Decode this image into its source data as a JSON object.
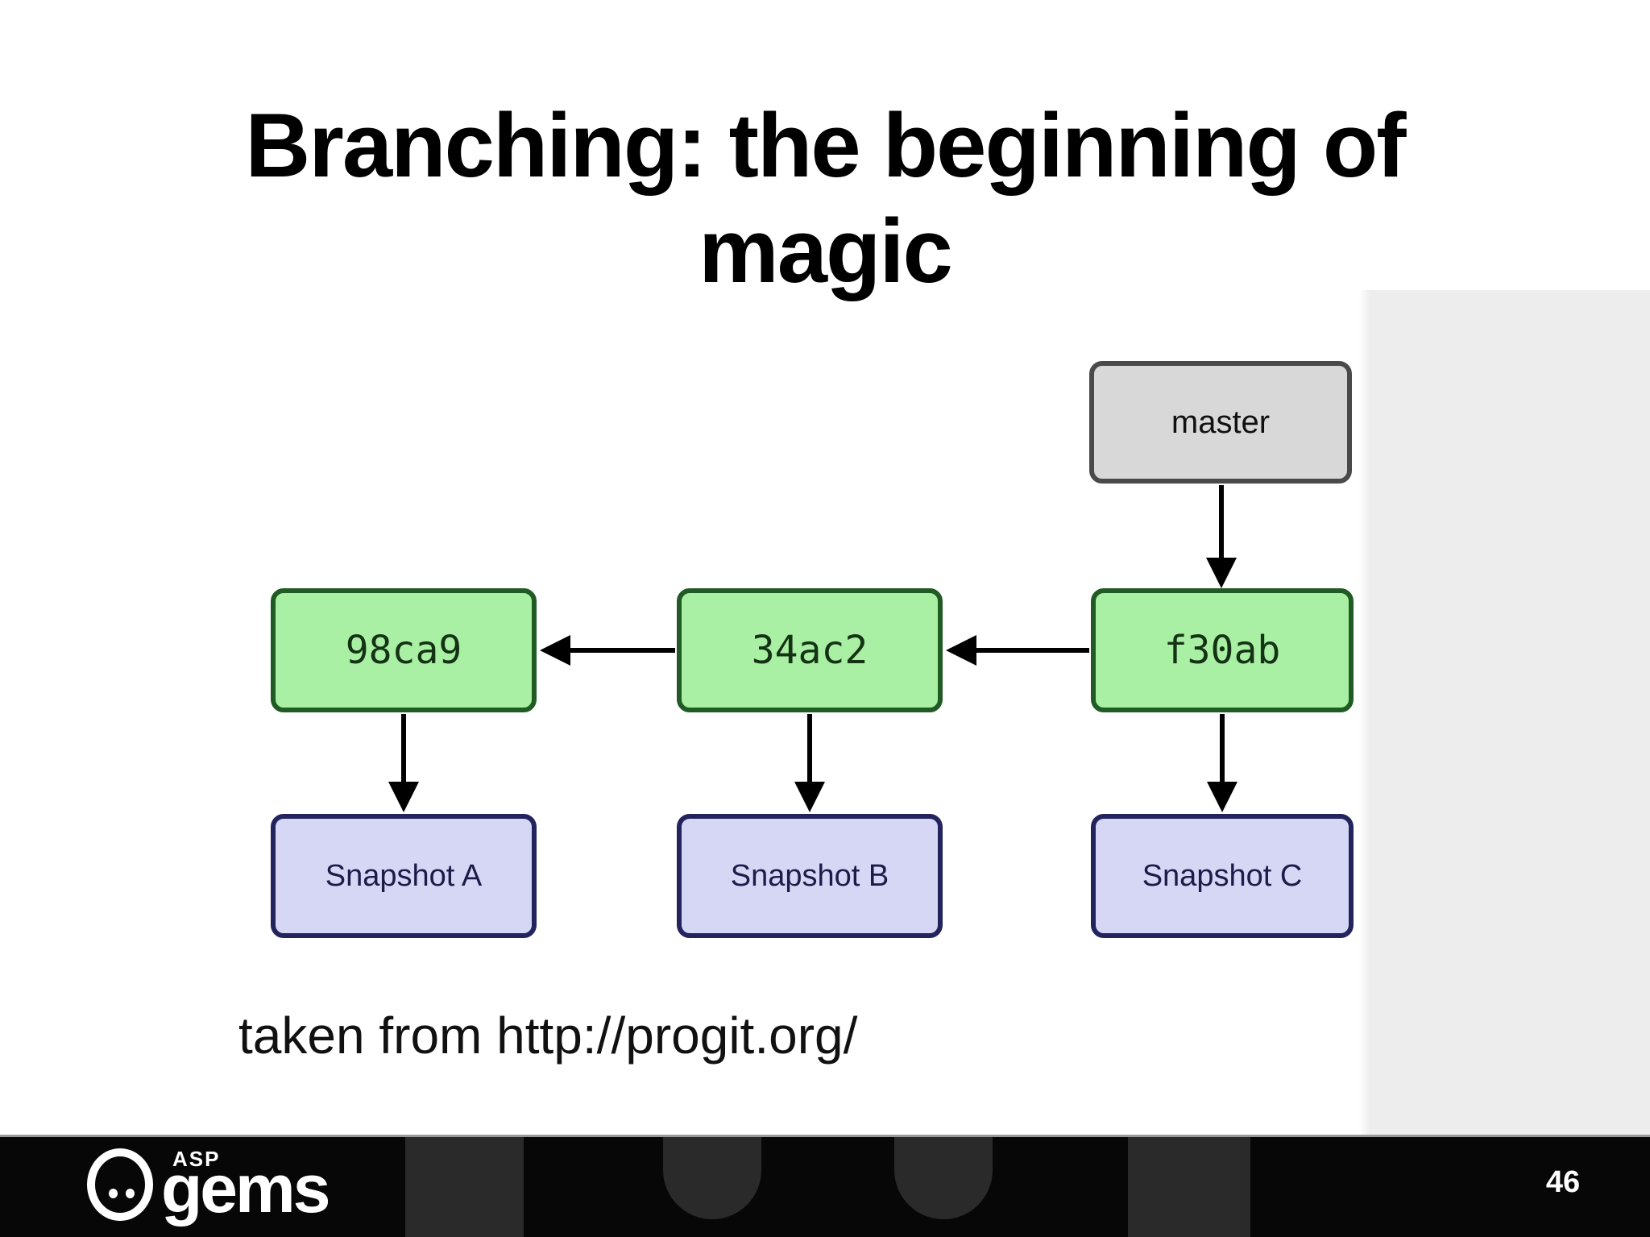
{
  "slide": {
    "title": "Branching: the beginning of magic",
    "attribution": "taken from http://progit.org/"
  },
  "diagram": {
    "branch_node": {
      "label": "master"
    },
    "commit_nodes": [
      {
        "id": "98ca9"
      },
      {
        "id": "34ac2"
      },
      {
        "id": "f30ab"
      }
    ],
    "snapshot_nodes": [
      {
        "label": "Snapshot A"
      },
      {
        "label": "Snapshot B"
      },
      {
        "label": "Snapshot C"
      }
    ],
    "edges": [
      {
        "from": "master",
        "to": "f30ab",
        "direction": "down"
      },
      {
        "from": "f30ab",
        "to": "34ac2",
        "direction": "left"
      },
      {
        "from": "34ac2",
        "to": "98ca9",
        "direction": "left"
      },
      {
        "from": "98ca9",
        "to": "Snapshot A",
        "direction": "down"
      },
      {
        "from": "34ac2",
        "to": "Snapshot B",
        "direction": "down"
      },
      {
        "from": "f30ab",
        "to": "Snapshot C",
        "direction": "down"
      }
    ]
  },
  "footer": {
    "brand_top": "ASP",
    "brand_name": "gems",
    "page_number": "46"
  },
  "colors": {
    "page_bg": "#ffffff",
    "right_panel": "#ededed",
    "title_color": "#000000",
    "commit_fill": "#a9efa4",
    "commit_border": "#1f5b22",
    "commit_text": "#143314",
    "branch_fill": "#d8d8d8",
    "branch_border": "#4a4a4a",
    "branch_text": "#111111",
    "snapshot_fill": "#d6d6f5",
    "snapshot_border": "#23235e",
    "snapshot_text": "#1c1c4a",
    "arrow_color": "#000000",
    "footer_bg": "#070707",
    "footer_shape": "#2a2a2a",
    "footer_separator": "#999999",
    "footer_text": "#ffffff"
  }
}
